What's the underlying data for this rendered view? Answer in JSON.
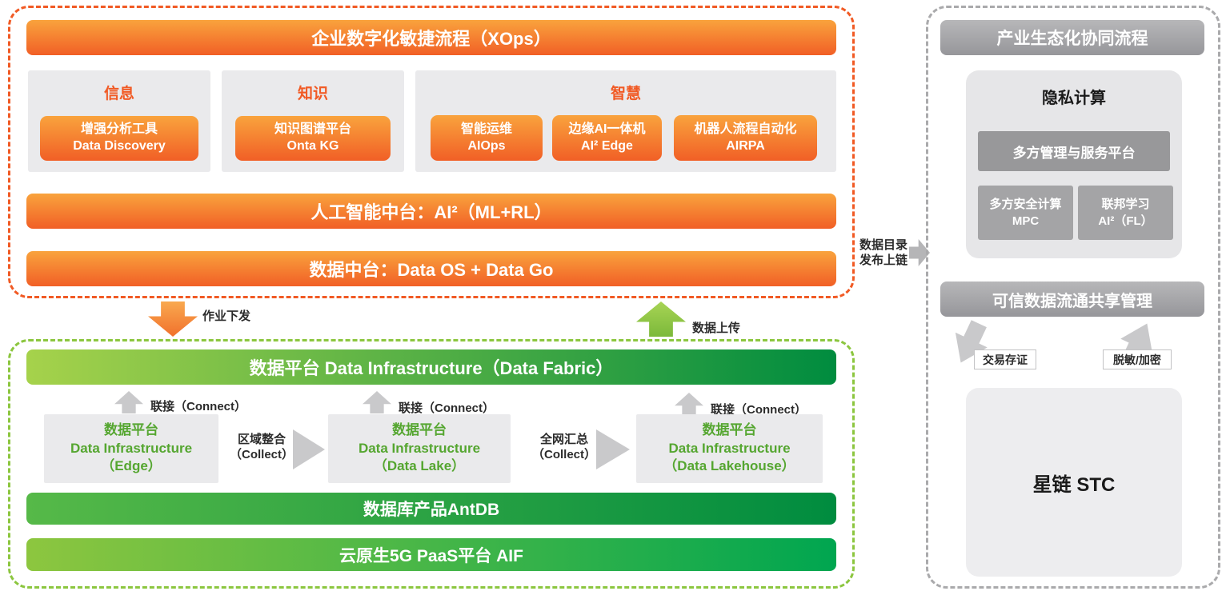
{
  "xops": {
    "title": "企业数字化敏捷流程（XOps）",
    "groups": [
      {
        "title": "信息",
        "items": [
          {
            "line1": "增强分析工具",
            "line2": "Data Discovery"
          }
        ]
      },
      {
        "title": "知识",
        "items": [
          {
            "line1": "知识图谱平台",
            "line2": "Onta KG"
          }
        ]
      },
      {
        "title": "智慧",
        "items": [
          {
            "line1": "智能运维",
            "line2": "AIOps"
          },
          {
            "line1": "边缘AI一体机",
            "line2": "AI² Edge"
          },
          {
            "line1": "机器人流程自动化",
            "line2": "AIRPA"
          }
        ]
      }
    ],
    "ai_banner": "人工智能中台：AI²（ML+RL）",
    "data_banner": "数据中台：Data OS + Data Go"
  },
  "flow": {
    "down_label": "作业下发",
    "up_label": "数据上传",
    "chain_line1": "数据目录",
    "chain_line2": "发布上链"
  },
  "infra": {
    "title": "数据平台 Data Infrastructure（Data Fabric）",
    "connect_label": "联接（Connect）",
    "nodes": [
      {
        "line1": "数据平台",
        "line2": "Data Infrastructure",
        "line3": "（Edge）"
      },
      {
        "line1": "数据平台",
        "line2": "Data Infrastructure",
        "line3": "（Data Lake）"
      },
      {
        "line1": "数据平台",
        "line2": "Data Infrastructure",
        "line3": "（Data Lakehouse）"
      }
    ],
    "collects": [
      {
        "line1": "区域整合",
        "line2": "（Collect）"
      },
      {
        "line1": "全网汇总",
        "line2": "（Collect）"
      }
    ],
    "antdb_banner": "数据库产品AntDB",
    "paas_banner": "云原生5G PaaS平台 AIF"
  },
  "eco": {
    "title": "产业生态化协同流程",
    "privacy": {
      "title": "隐私计算",
      "platform": "多方管理与服务平台",
      "mpc": {
        "line1": "多方安全计算",
        "line2": "MPC"
      },
      "fl": {
        "line1": "联邦学习",
        "line2": "AI²（FL）"
      }
    },
    "trusted_banner": "可信数据流通共享管理",
    "deposit_label": "交易存证",
    "mask_label": "脱敏/加密",
    "stc": "星链 STC"
  },
  "colors": {
    "orange": "#f15a24",
    "green": "#8cc63f",
    "dark_green": "#008c3f",
    "gray": "#9d9d9f"
  }
}
